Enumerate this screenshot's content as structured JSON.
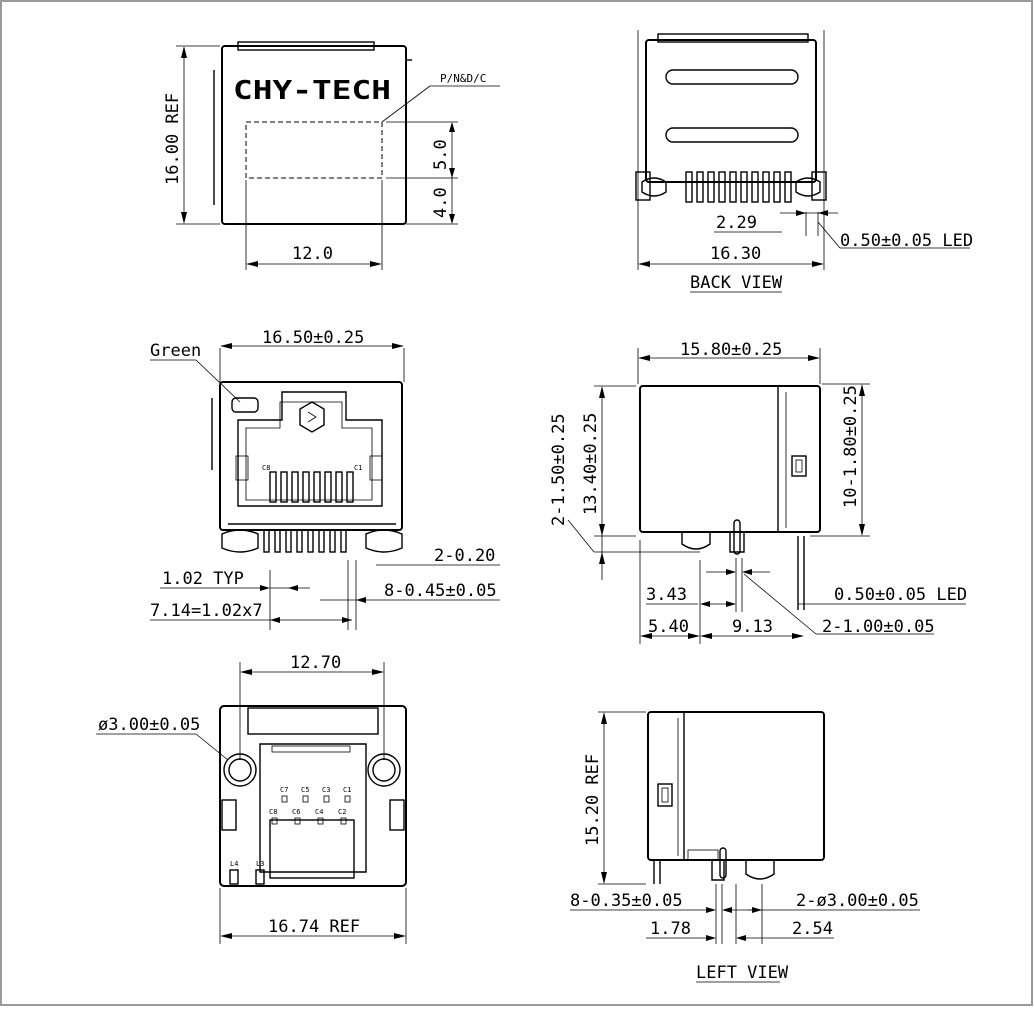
{
  "drawing": {
    "front_top": {
      "logo": "CHY-TECH",
      "label_note": "P/N&D/C",
      "dim_height": "16.00 REF",
      "dim_label_h": "5.0",
      "dim_label_off": "4.0",
      "dim_label_w": "12.0"
    },
    "back_view": {
      "title": "BACK VIEW",
      "dim_pitch": "2.29",
      "dim_width": "16.30",
      "dim_led": "0.50±0.05 LED"
    },
    "front_view": {
      "led_color": "Green",
      "dim_width": "16.50±0.25",
      "dim_pin_w": "2-0.20",
      "dim_pitch": "1.02 TYP",
      "dim_span": "7.14=1.02x7",
      "dim_pin_dia": "8-0.45±0.05",
      "pin_c8": "C8",
      "pin_c1": "C1"
    },
    "side_view": {
      "dim_width": "15.80±0.25",
      "dim_height": "13.40±0.25",
      "dim_standoff": "2-1.50±0.25",
      "dim_led_h": "10-1.80±0.25",
      "dim_a": "3.43",
      "dim_b": "5.40",
      "dim_c": "9.13",
      "dim_led": "0.50±0.05 LED",
      "dim_post": "2-1.00±0.05"
    },
    "bottom_view": {
      "dim_holes": "12.70",
      "dim_hole_dia": "ø3.00±0.05",
      "dim_width": "16.74 REF",
      "pins": [
        "C7",
        "C5",
        "C3",
        "C1",
        "C8",
        "C6",
        "C4",
        "C2"
      ],
      "led_pins": [
        "L4",
        "L3"
      ]
    },
    "left_view": {
      "title": "LEFT VIEW",
      "dim_height": "15.20 REF",
      "dim_pin": "8-0.35±0.05",
      "dim_post": "2-ø3.00±0.05",
      "dim_a": "1.78",
      "dim_b": "2.54"
    }
  }
}
